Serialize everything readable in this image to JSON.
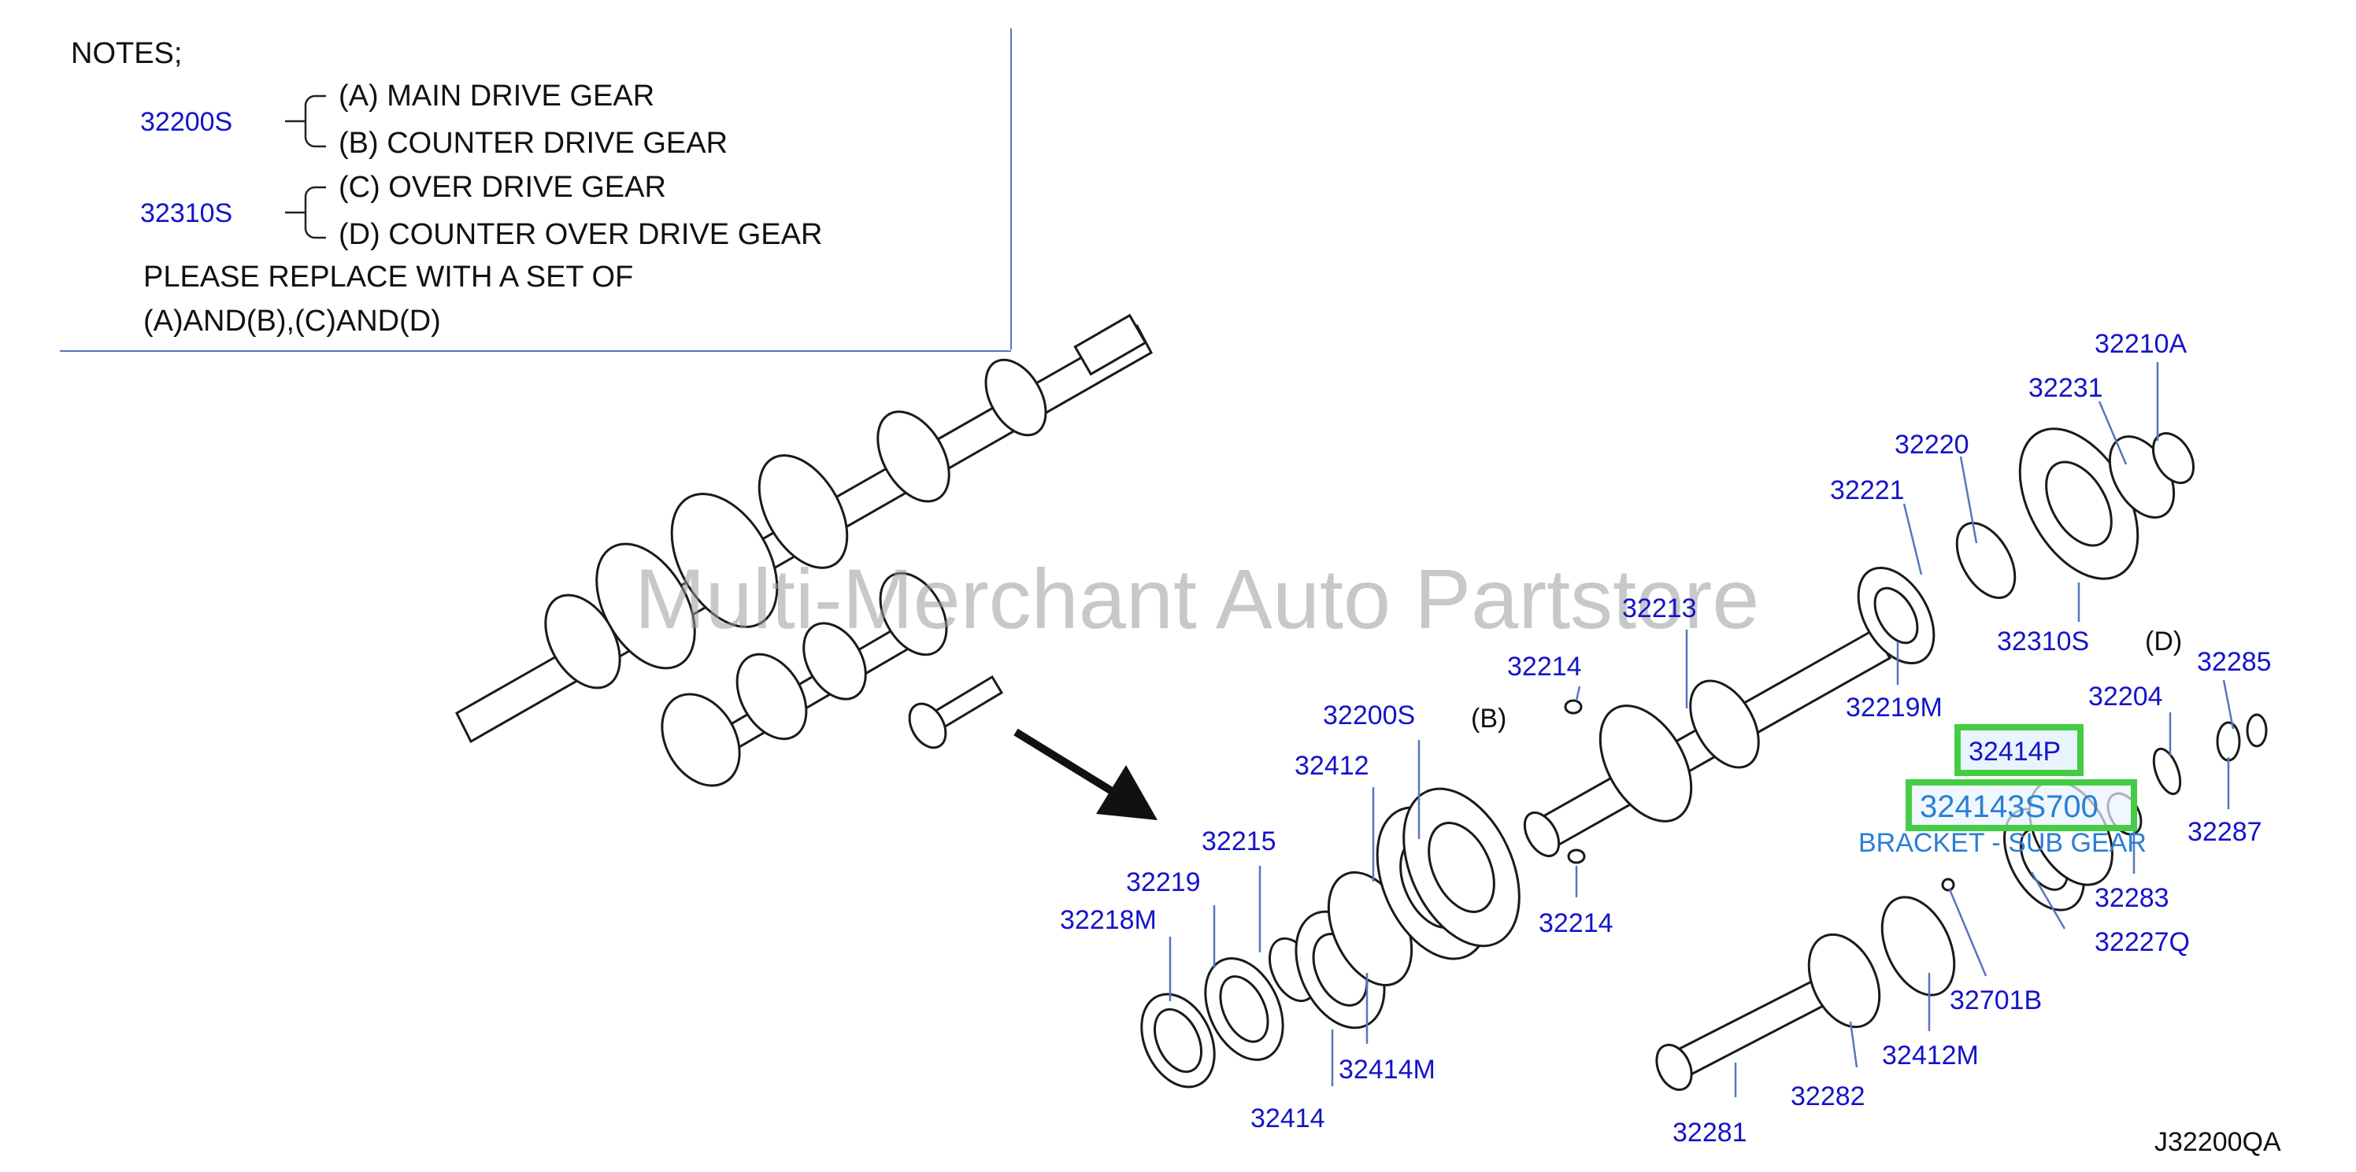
{
  "notes": {
    "heading": "NOTES;",
    "groups": [
      {
        "part": "32200S",
        "lines": [
          "(A)  MAIN  DRIVE  GEAR",
          "(B)  COUNTER  DRIVE  GEAR"
        ]
      },
      {
        "part": "32310S",
        "lines": [
          "(C)  OVER  DRIVE  GEAR",
          "(D)  COUNTER  OVER  DRIVE  GEAR"
        ]
      }
    ],
    "instruction": [
      "PLEASE  REPLACE  WITH  A  SET  OF",
      "(A)AND(B),(C)AND(D)"
    ]
  },
  "watermark": "Multi-Merchant Auto Partstore",
  "diagram_code": "J32200QA",
  "highlight": {
    "primary": "32414P",
    "secondary": "324143S700",
    "description": "BRACKET - SUB GEAR",
    "box_color": "#44cc44"
  },
  "letter_labels": [
    "(B)",
    "(D)"
  ],
  "part_labels": [
    "32210A",
    "32231",
    "32220",
    "32221",
    "32310S",
    "32213",
    "32214",
    "32219M",
    "32285",
    "32204",
    "32287",
    "32200S",
    "32412",
    "32215",
    "32219",
    "32218M",
    "32214",
    "32414M",
    "32414",
    "32283",
    "32227Q",
    "32701B",
    "32412M",
    "32282",
    "32281"
  ],
  "colors": {
    "label": "#1414c8",
    "line": "#5577bb",
    "ink": "#1a1a1a",
    "highlight_text": "#2a7fd4"
  }
}
